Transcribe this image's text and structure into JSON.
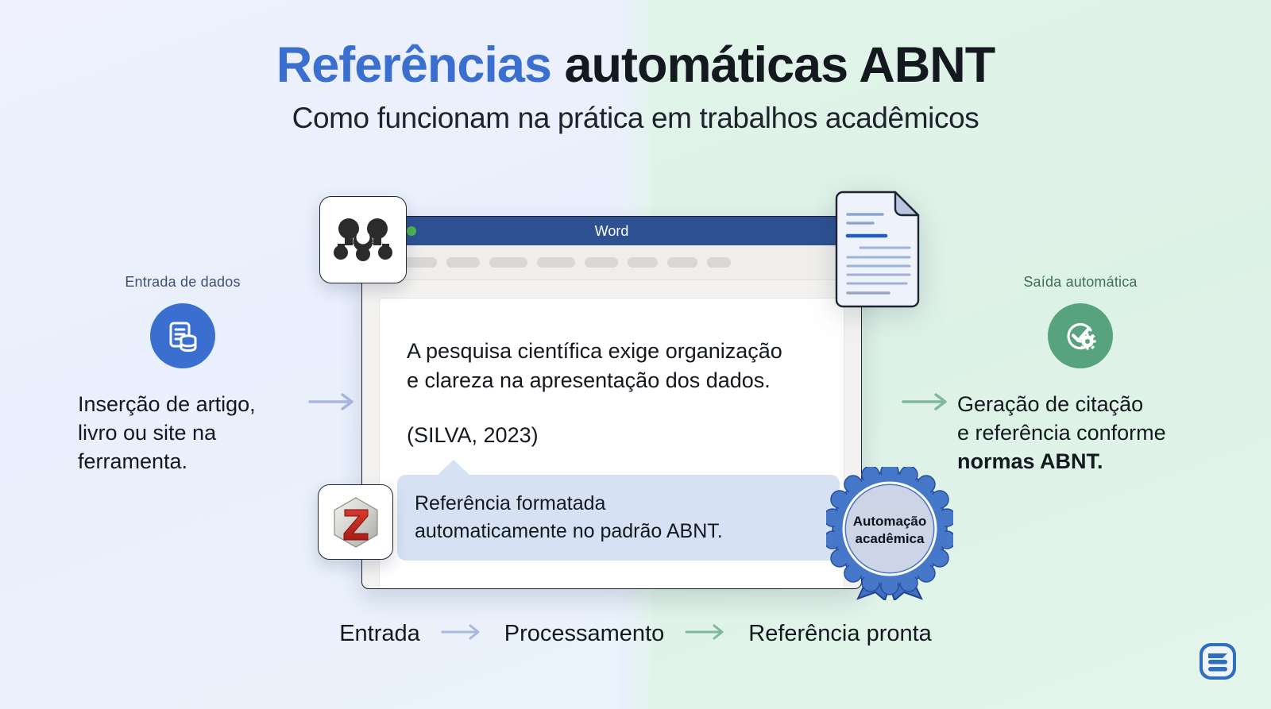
{
  "header": {
    "title_highlight": "Referências",
    "title_rest": " automáticas ABNT",
    "subtitle": "Como funcionam na prática em trabalhos acadêmicos"
  },
  "left_column": {
    "kicker": "Entrada de dados",
    "icon": "document-database-icon",
    "description": "Inserção de artigo,\nlivro ou site na\nferramenta.",
    "line1": "Inserção de artigo,",
    "line2": "livro ou site na",
    "line3": "ferramenta."
  },
  "right_column": {
    "kicker": "Saída automática",
    "icon": "check-gear-icon",
    "line1": "Geração de citação",
    "line2": "e referência conforme",
    "line3_bold": "normas ABNT."
  },
  "window": {
    "title": "Word",
    "traffic_lights": [
      "close",
      "minimize",
      "maximize"
    ],
    "ribbon_pills": [
      72,
      42,
      48,
      48,
      42,
      38,
      38,
      30
    ],
    "document": {
      "paragraph_line1": "A pesquisa científica exige organização",
      "paragraph_line2": "e clareza na apresentação dos dados.",
      "citation": "(SILVA, 2023)"
    },
    "callout": {
      "line1": "Referência formatada",
      "line2": "automaticamente no padrão ABNT."
    }
  },
  "cards": {
    "mendeley": "mendeley-logo-icon",
    "zotero": "zotero-logo-icon",
    "zotero_letter": "Z",
    "document_file": "document-file-icon"
  },
  "badge": {
    "line1": "Automação",
    "line2": "acadêmica"
  },
  "flow": {
    "step1": "Entrada",
    "step2": "Processamento",
    "step3": "Referência pronta"
  },
  "brand": {
    "logo": "document-lines-logo-icon"
  },
  "colors": {
    "bg_left": "#eef1fd",
    "bg_right": "#ddf2e6",
    "accent_blue": "#3a6fd0",
    "accent_green": "#57a37e",
    "window_titlebar": "#2e5192",
    "callout_bg": "#d7e1f4",
    "zotero_red": "#cc2f26",
    "arrow_blue": "#a9b8de",
    "arrow_green": "#7fb99c"
  }
}
